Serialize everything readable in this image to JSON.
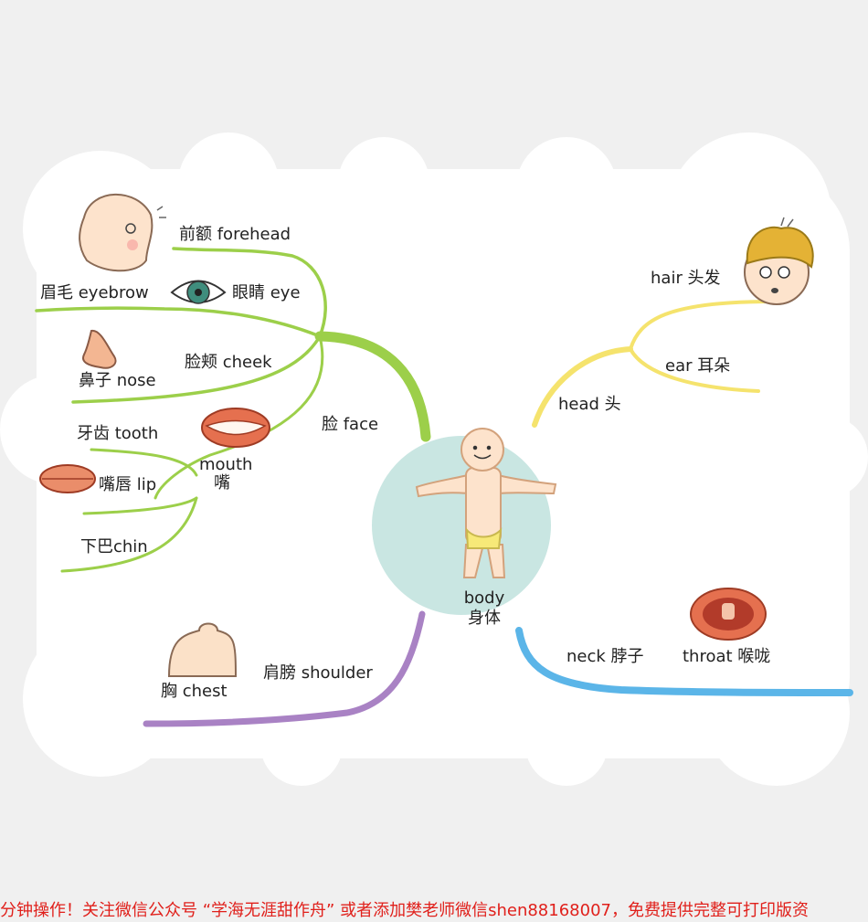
{
  "mindmap": {
    "center": {
      "label_en": "body",
      "label_zh": "身体"
    },
    "branches": {
      "face": {
        "label": "脸 face",
        "color": "#9ccf4a",
        "items": {
          "forehead": "前额 forehead",
          "eyebrow": "眉毛 eyebrow",
          "eye": "眼睛 eye",
          "nose": "鼻子 nose",
          "cheek": "脸颊 cheek",
          "mouth_en": "mouth",
          "mouth_zh": "嘴",
          "tooth": "牙齿 tooth",
          "lip": "嘴唇 lip",
          "chin": "下巴chin"
        }
      },
      "head": {
        "label": "head 头",
        "color": "#f3e36a",
        "items": {
          "hair": "hair 头发",
          "ear": "ear 耳朵"
        }
      },
      "neck": {
        "label": "neck 脖子",
        "color": "#5bb5e8",
        "items": {
          "throat": "throat 喉咙"
        }
      },
      "shoulder": {
        "label": "肩膀 shoulder",
        "color": "#a982c4",
        "items": {
          "chest": "胸 chest"
        }
      }
    }
  },
  "footer": {
    "text": "分钟操作！关注微信公众号 “学海无涯甜作舟” 或者添加樊老师微信shen88168007，免费提供完整可打印版资"
  }
}
